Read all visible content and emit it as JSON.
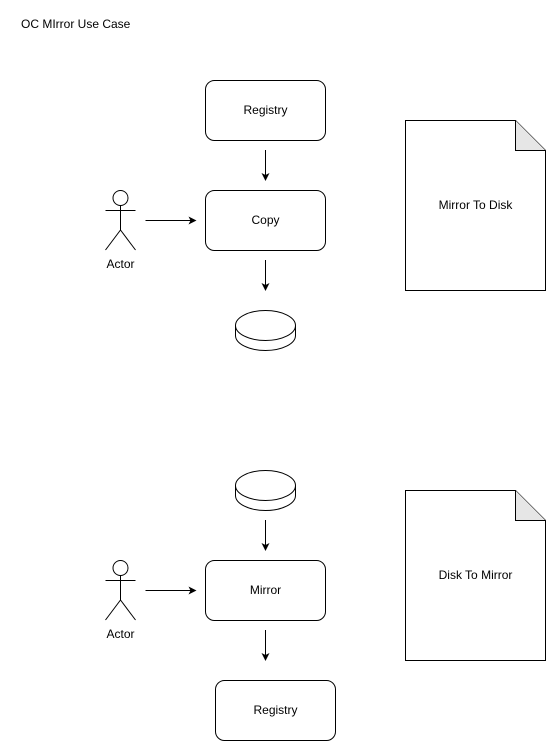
{
  "title": "OC MIrror Use Case",
  "colors": {
    "stroke": "#000000",
    "fill": "#ffffff",
    "text": "#000000"
  },
  "top_flow": {
    "source_box": "Registry",
    "process_box": "Copy",
    "actor": "Actor",
    "note": "Mirror To Disk"
  },
  "bottom_flow": {
    "process_box": "Mirror",
    "target_box": "Registry",
    "actor": "Actor",
    "note": "Disk To Mirror"
  }
}
